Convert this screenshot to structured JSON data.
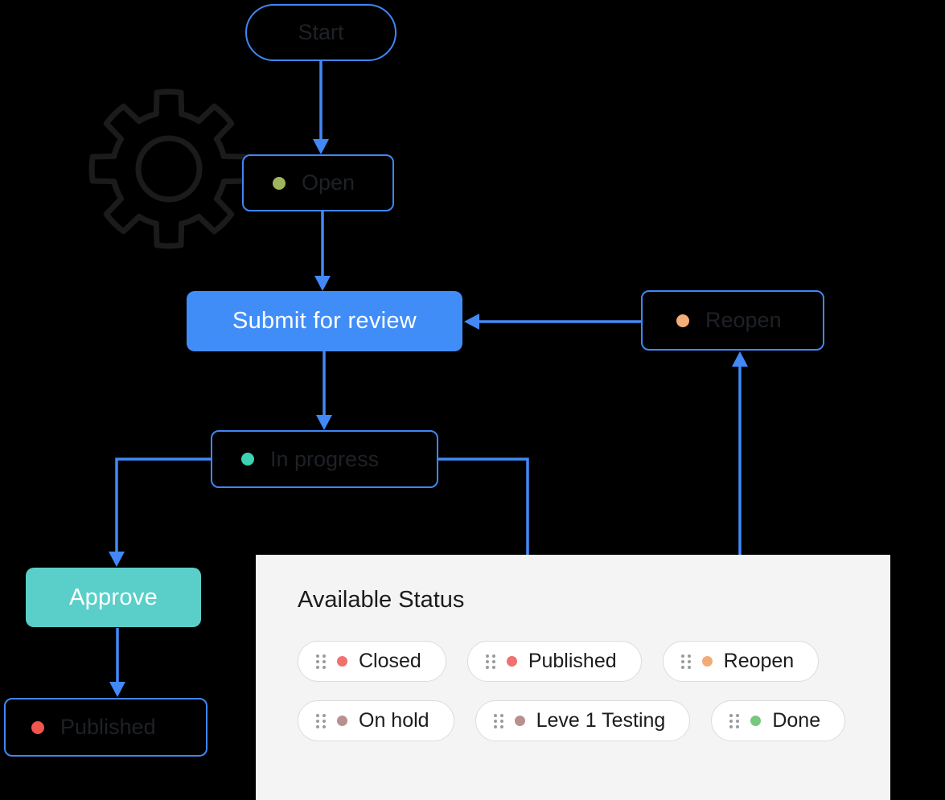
{
  "flowchart": {
    "nodes": {
      "start": {
        "label": "Start"
      },
      "open": {
        "label": "Open",
        "dot_color": "#9eb55e"
      },
      "submit": {
        "label": "Submit for review",
        "fill": "#418df8"
      },
      "reopen": {
        "label": "Reopen",
        "dot_color": "#f4ad79"
      },
      "in_progress": {
        "label": "In progress",
        "dot_color": "#3ed2b2"
      },
      "approve": {
        "label": "Approve",
        "fill": "#5acfc9"
      },
      "published": {
        "label": "Published",
        "dot_color": "#ee564e"
      }
    }
  },
  "panel": {
    "title": "Available Status",
    "chips": [
      {
        "label": "Closed",
        "dot_color": "#f0716d"
      },
      {
        "label": "Published",
        "dot_color": "#f0716d"
      },
      {
        "label": "Reopen",
        "dot_color": "#f2ab77"
      },
      {
        "label": "On hold",
        "dot_color": "#b79191"
      },
      {
        "label": "Leve 1 Testing",
        "dot_color": "#b79191"
      },
      {
        "label": "Done",
        "dot_color": "#77c77e"
      }
    ]
  },
  "colors": {
    "connector_blue": "#4289f7",
    "node_border_blue": "#3f87f6",
    "submit_fill": "#418df8",
    "approve_fill": "#5acfc9",
    "panel_bg": "#f4f4f5",
    "chip_bg": "#ffffff",
    "canvas_bg": "#000000",
    "gear_stroke": "#1b1b1d"
  },
  "icons": {
    "gear": "gear-icon",
    "drag_handle": "drag-handle-icon"
  }
}
